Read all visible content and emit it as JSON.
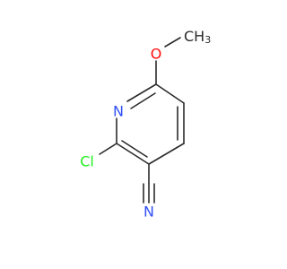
{
  "molecule": {
    "atoms": {
      "O": {
        "text": "O",
        "color": "#ff0d0d"
      },
      "N_ring": {
        "text": "N",
        "color": "#3050f8"
      },
      "Cl": {
        "text": "Cl",
        "color": "#1ff01f"
      },
      "N_nitrile": {
        "text": "N",
        "color": "#3050f8"
      },
      "CH3": {
        "text": "CH",
        "sub": "3",
        "color": "#2b2b2b"
      }
    },
    "colors": {
      "bond": "#2b2b2b",
      "background": "#ffffff"
    }
  }
}
